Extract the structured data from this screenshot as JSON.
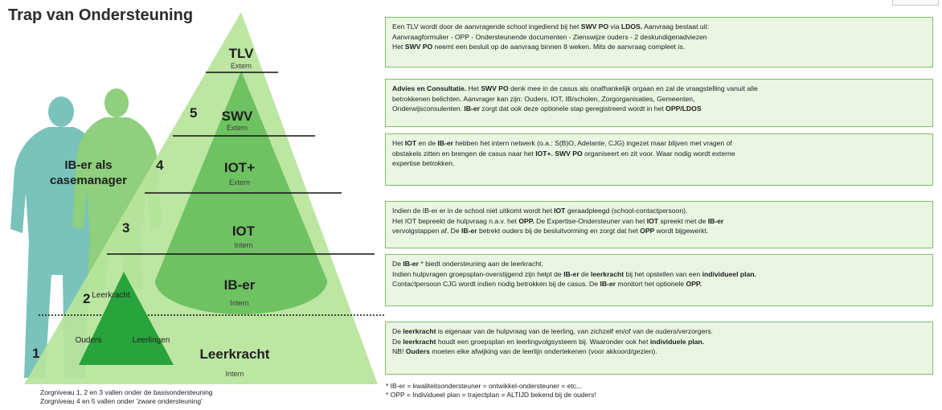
{
  "title": "Trap van Ondersteuning",
  "levels": [
    {
      "number": "",
      "name": "TLV",
      "type": "Extern"
    },
    {
      "number": "5",
      "name": "SWV",
      "type": "Extern"
    },
    {
      "number": "4",
      "name": "IOT+",
      "type": "Extern"
    },
    {
      "number": "3",
      "name": "IOT",
      "type": "Intern"
    },
    {
      "number": "2",
      "name": "IB-er",
      "type": "Intern"
    },
    {
      "number": "1",
      "name": "Leerkracht",
      "type": "Intern"
    }
  ],
  "casemanager_label": [
    "IB-er als",
    "casemanager"
  ],
  "small_triangle_labels": {
    "top": "Leerkracht",
    "left": "Ouders",
    "right": "Leerlingen"
  },
  "footnotes_left": [
    "Zorgniveau 1, 2 en 3 vallen onder de basisondersteuning",
    "Zorgniveau 4 en 5 vallen onder 'zware ondersteuning'"
  ],
  "footnotes_right": [
    "* IB-er = kwaliteitsondersteuner = ontwikkel-ondersteuner = etc...",
    "* OPP = Individueel plan = trajectplan = ALTIJD bekend bij de ouders!"
  ],
  "descriptions": {
    "tlv": [
      [
        {
          "t": "Een TLV wordt door de aanvragende school ingediend bij het "
        },
        {
          "t": "SWV PO",
          "b": true
        },
        {
          "t": " via "
        },
        {
          "t": "LDOS.",
          "b": true
        },
        {
          "t": " Aanvraag bestaat uit:"
        }
      ],
      [
        {
          "t": "Aanvraagformulier - OPP - Ondersteunende documenten - Zienswijze ouders - 2 deskundigenadviezen"
        }
      ],
      [
        {
          "t": "Het "
        },
        {
          "t": "SWV PO",
          "b": true
        },
        {
          "t": " neemt een besluit op de aanvraag binnen 8 weken. Mits de aanvraag compleet is."
        }
      ]
    ],
    "swv": [
      [
        {
          "t": "Advies en Consultatie.",
          "b": true
        },
        {
          "t": " Het "
        },
        {
          "t": "SWV PO",
          "b": true
        },
        {
          "t": " denk mee in de casus als onafhankelijk orgaan en zal de vraagstelling vanuit alle"
        }
      ],
      [
        {
          "t": "betrokkenen belichten. Aanvrager kan zijn: Ouders, IOT, IB/scholen, Zorgorganisaties, Gemeenten,"
        }
      ],
      [
        {
          "t": "Onderwijsconsulenten. "
        },
        {
          "t": "IB-er",
          "b": true
        },
        {
          "t": " zorgt dat ook deze optionele stap geregistreerd wordt in het "
        },
        {
          "t": "OPP/LDOS",
          "b": true
        }
      ]
    ],
    "iot_plus": [
      [
        {
          "t": "Het "
        },
        {
          "t": "IOT",
          "b": true
        },
        {
          "t": " en de "
        },
        {
          "t": "IB-er",
          "b": true
        },
        {
          "t": " hebben het intern netwerk (o.a.: S(B)O, Adelante, CJG) ingezet maar blijven met vragen of"
        }
      ],
      [
        {
          "t": "obstakels zitten en brengen de casus naar het "
        },
        {
          "t": "IOT+.",
          "b": true
        },
        {
          "t": " "
        },
        {
          "t": "SWV PO",
          "b": true
        },
        {
          "t": " organiseert en zit voor. Waar nodig wordt externe"
        }
      ],
      [
        {
          "t": "expertise betrokken."
        }
      ]
    ],
    "iot": [
      [
        {
          "t": "Indien de IB-er er in de school niet uitkomt wordt het "
        },
        {
          "t": "IOT",
          "b": true
        },
        {
          "t": " geraadpleegd (school-contactpersoon)."
        }
      ],
      [
        {
          "t": "Het IOT bepreekt de hulpvraag n.a.v. het "
        },
        {
          "t": "OPP.",
          "b": true
        },
        {
          "t": "  De Expertise-Ondersteuner van het "
        },
        {
          "t": "IOT",
          "b": true
        },
        {
          "t": " spreekt met de "
        },
        {
          "t": "IB-er",
          "b": true
        }
      ],
      [
        {
          "t": "vervolgstappen af. De "
        },
        {
          "t": "IB-er",
          "b": true
        },
        {
          "t": " betrekt ouders bij de besluitvorming en zorgt dat het "
        },
        {
          "t": "OPP",
          "b": true
        },
        {
          "t": " wordt bijgewerkt."
        }
      ]
    ],
    "ib": [
      [
        {
          "t": "De "
        },
        {
          "t": "IB-er",
          "b": true
        },
        {
          "t": " * biedt ondersteuning aan de leerkracht."
        }
      ],
      [
        {
          "t": "Indien hulpvragen groepsplan-overstijgend zijn helpt de "
        },
        {
          "t": "IB-er",
          "b": true
        },
        {
          "t": " de "
        },
        {
          "t": "leerkracht",
          "b": true
        },
        {
          "t": " bij het opstellen van een "
        },
        {
          "t": "individueel plan.",
          "b": true
        }
      ],
      [
        {
          "t": "Contactpersoon CJG wordt indien nodig betrokken bij de casus. De "
        },
        {
          "t": "IB-er",
          "b": true
        },
        {
          "t": " monitort het optionele "
        },
        {
          "t": "OPP.",
          "b": true
        }
      ]
    ],
    "leerkracht": [
      [
        {
          "t": "De "
        },
        {
          "t": "leerkracht",
          "b": true
        },
        {
          "t": " is eigenaar van de hulpvraag van de leerling, van zichzelf en/of van de ouders/verzorgers."
        }
      ],
      [
        {
          "t": "De "
        },
        {
          "t": "leerkracht",
          "b": true
        },
        {
          "t": " houdt een groepsplan en leerlingvolgsysteem bij. Waaronder ook het "
        },
        {
          "t": "individuele plan.",
          "b": true
        }
      ],
      [
        {
          "t": "NB! "
        },
        {
          "t": "Ouders",
          "b": true
        },
        {
          "t": " moeten elke afwijking van de leerlijn ondertekenen (voor akkoord/gezien)."
        }
      ]
    ]
  },
  "colors": {
    "pyramid_light": "#b7e49b",
    "cone_dark": "#6fc262",
    "small_triangle": "#29a33c",
    "person_left": "#79c3bb",
    "person_right": "#8fcf7d",
    "box_bg": "#eaf5e2",
    "box_border": "#7fbf6a"
  }
}
